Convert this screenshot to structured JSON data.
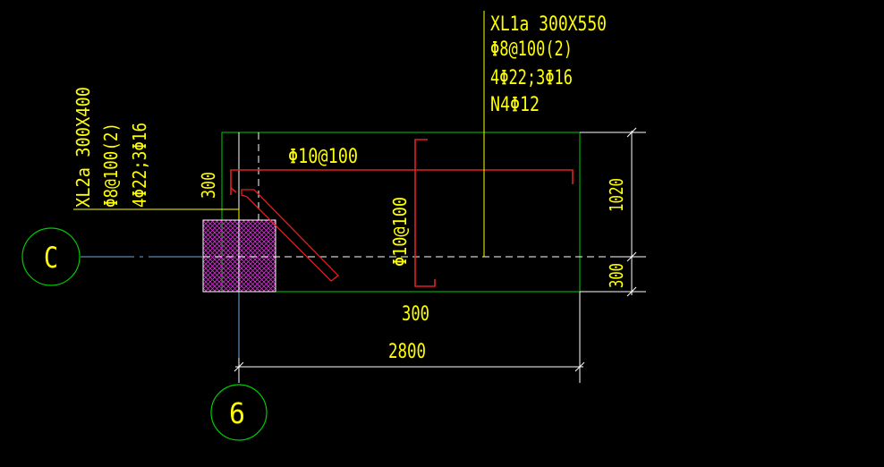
{
  "colors": {
    "background": "#000000",
    "outline": "#00cc00",
    "text": "#ffff00",
    "rebar": "#e02020",
    "dim": "#ffffff",
    "axis": "#6fa8dc",
    "column_hatch": "#cc33cc",
    "bubble": "#00cc00"
  },
  "beam_xl1a": {
    "name": "XL1a 300X550",
    "stirrup": "Φ8@100(2)",
    "main_bars": "4Φ22;3Φ16",
    "side_bars": "N4Φ12"
  },
  "beam_xl2a": {
    "name": "XL2a 300X400",
    "stirrup": "Φ8@100(2)",
    "main_bars": "4Φ22;3Φ16"
  },
  "slab_rebar": {
    "top_label": "Φ10@100",
    "vertical_label": "Φ10@100"
  },
  "dimensions": {
    "left_300": "300",
    "right_1020": "1020",
    "right_300": "300",
    "bottom_300": "300",
    "bottom_2800": "2800"
  },
  "axes": {
    "horizontal": "C",
    "vertical": "6"
  }
}
